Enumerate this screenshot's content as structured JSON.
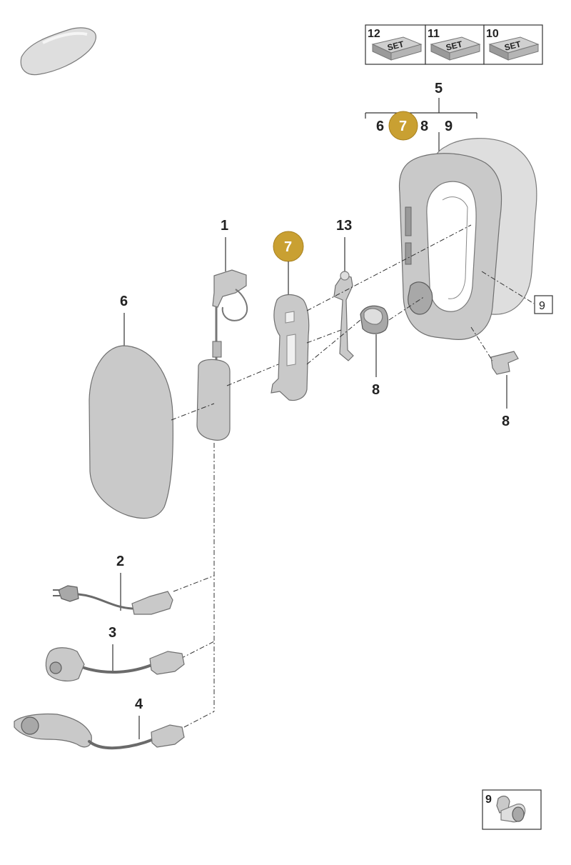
{
  "set_boxes": [
    {
      "number": "12",
      "label": "SET"
    },
    {
      "number": "11",
      "label": "SET"
    },
    {
      "number": "10",
      "label": "SET"
    }
  ],
  "callouts": {
    "p1": "1",
    "p2": "2",
    "p3": "3",
    "p4": "4",
    "p5": "5",
    "p6": "6",
    "p6_group": "6",
    "p7": "7",
    "p7_group": "7",
    "p8_group": "8",
    "p8_a": "8",
    "p8_b": "8",
    "p9_group": "9",
    "p9_box": "9",
    "p13": "13",
    "p9_inset": "9"
  },
  "colors": {
    "highlight": "#c9a032",
    "part": "#c9c9c9",
    "line": "#333333"
  }
}
